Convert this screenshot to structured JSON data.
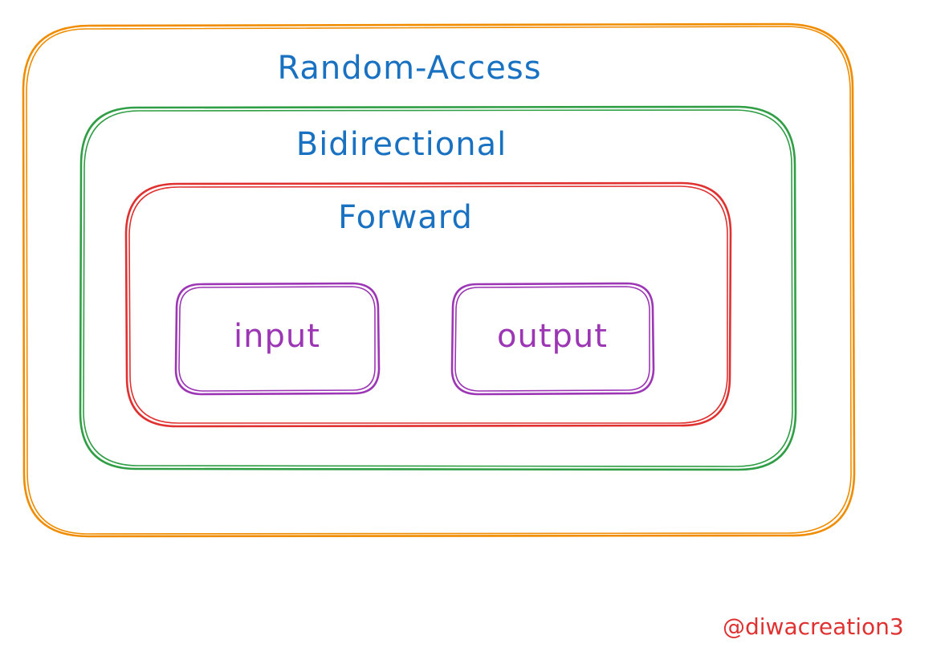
{
  "diagram": {
    "layers": [
      {
        "id": "random-access",
        "label": "Random-Access",
        "stroke": "#f08c00",
        "text_color": "#1971c2"
      },
      {
        "id": "bidirectional",
        "label": "Bidirectional",
        "stroke": "#2f9e44",
        "text_color": "#1971c2"
      },
      {
        "id": "forward",
        "label": "Forward",
        "stroke": "#e03131",
        "text_color": "#1971c2"
      }
    ],
    "inner_boxes": [
      {
        "id": "input",
        "label": "input",
        "stroke": "#9c36b5",
        "text_color": "#9c36b5"
      },
      {
        "id": "output",
        "label": "output",
        "stroke": "#9c36b5",
        "text_color": "#9c36b5"
      }
    ],
    "credit": {
      "text": "@diwacreation3",
      "color": "#e03131"
    }
  }
}
